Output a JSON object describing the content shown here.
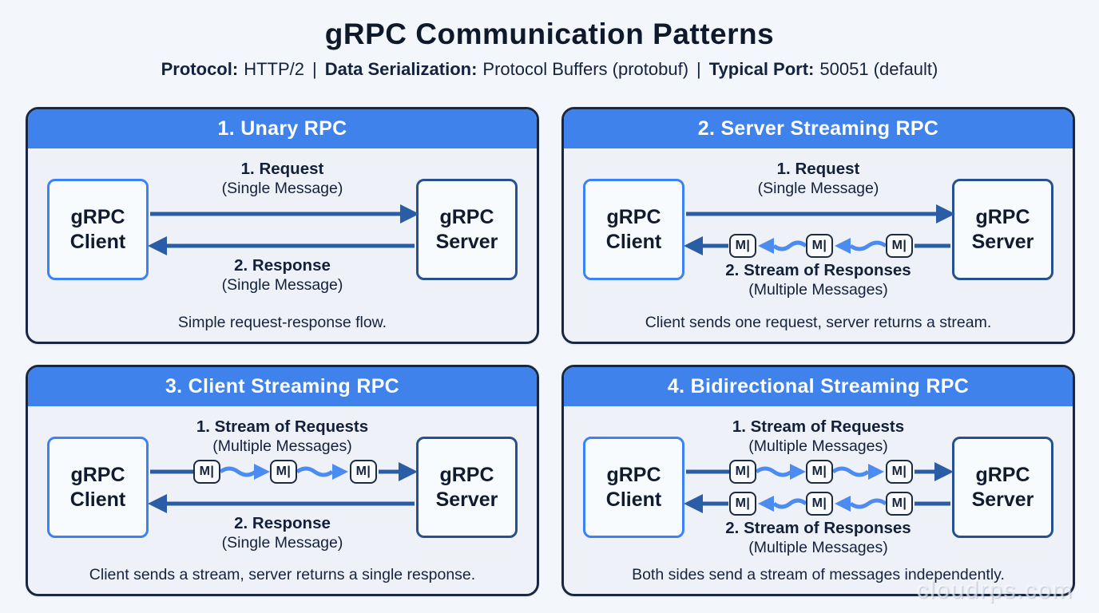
{
  "page": {
    "title": "gRPC Communication Patterns",
    "watermark": "cloudrps.com"
  },
  "subtitle": {
    "p1_label": "Protocol:",
    "p1_value": "HTTP/2",
    "sep": "|",
    "p2_label": "Data Serialization:",
    "p2_value": "Protocol Buffers (protobuf)",
    "p3_label": "Typical Port:",
    "p3_value": "50051 (default)"
  },
  "nodes": {
    "client": "gRPC Client",
    "server": "gRPC Server"
  },
  "glyphs": {
    "message_chip": "M|"
  },
  "colors": {
    "header_blue": "#3f82ec",
    "panel_border": "#1a2740",
    "client_border": "#3b82f6",
    "server_border": "#27508f",
    "arrow_main": "#2b5da6",
    "arrow_stream": "#4c8bf0",
    "page_bg": "#f3f6fa"
  },
  "panels": [
    {
      "title": "1. Unary RPC",
      "top_arrow": {
        "label": "1. Request",
        "sublabel": "(Single Message)"
      },
      "bottom_arrow": {
        "label": "2. Response",
        "sublabel": "(Single Message)"
      },
      "caption": "Simple request-response flow."
    },
    {
      "title": "2. Server Streaming RPC",
      "top_arrow": {
        "label": "1. Request",
        "sublabel": "(Single Message)"
      },
      "bottom_arrow": {
        "label": "2. Stream of Responses",
        "sublabel": "(Multiple Messages)"
      },
      "caption": "Client sends one request, server returns a stream."
    },
    {
      "title": "3. Client Streaming RPC",
      "top_arrow": {
        "label": "1. Stream of Requests",
        "sublabel": "(Multiple Messages)"
      },
      "bottom_arrow": {
        "label": "2. Response",
        "sublabel": "(Single Message)"
      },
      "caption": "Client sends a stream, server returns a single response."
    },
    {
      "title": "4. Bidirectional Streaming RPC",
      "top_arrow": {
        "label": "1. Stream of Requests",
        "sublabel": "(Multiple Messages)"
      },
      "bottom_arrow": {
        "label": "2. Stream of Responses",
        "sublabel": "(Multiple Messages)"
      },
      "caption": "Both sides send a stream of messages independently."
    }
  ]
}
